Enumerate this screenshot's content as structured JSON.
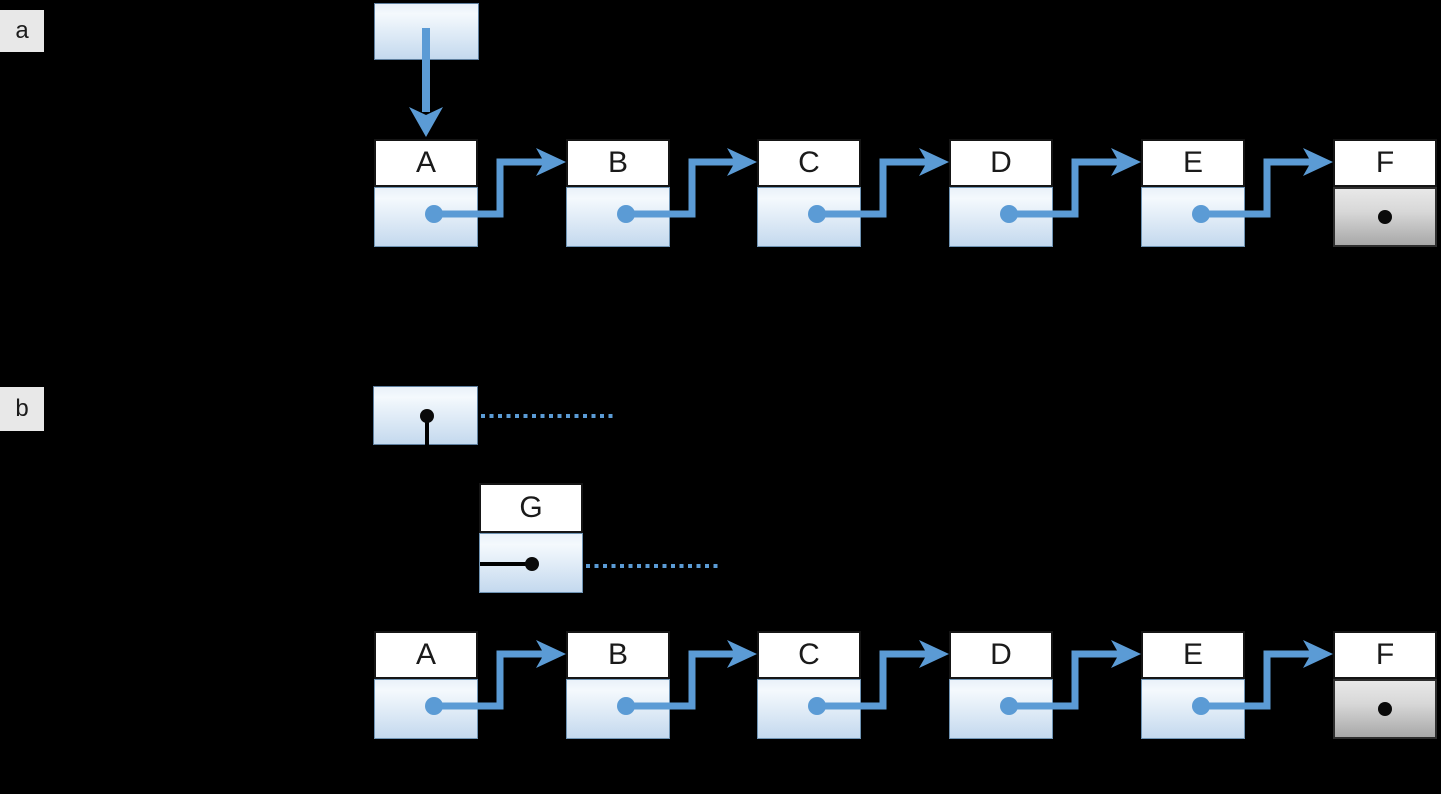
{
  "figure": {
    "panels": [
      {
        "tag": "a",
        "head_box": {
          "points_to": "A"
        },
        "nodes": [
          {
            "label": "A"
          },
          {
            "label": "B"
          },
          {
            "label": "C"
          },
          {
            "label": "D"
          },
          {
            "label": "E"
          },
          {
            "label": "F",
            "terminator": "null-dot"
          }
        ]
      },
      {
        "tag": "b",
        "head_box": {
          "pointer": "unset-pin",
          "hint": "dashed-line"
        },
        "inserted_node": {
          "label": "G",
          "pointer": "unset-pin",
          "hint": "dashed-line"
        },
        "nodes": [
          {
            "label": "A"
          },
          {
            "label": "B"
          },
          {
            "label": "C"
          },
          {
            "label": "D"
          },
          {
            "label": "E"
          },
          {
            "label": "F",
            "terminator": "null-dot"
          }
        ]
      }
    ]
  },
  "colors": {
    "background": "#000000",
    "arrow_blue": "#5b9bd5",
    "panel_tag_bg": "#e8e8e8",
    "pointer_gradient_top": "#e9f1f9",
    "pointer_gradient_mid": "#f4f9fd",
    "pointer_gradient_bottom": "#c4d9ee",
    "null_gradient_top": "#e8e8e8",
    "null_gradient_bottom": "#a8a8a8"
  }
}
